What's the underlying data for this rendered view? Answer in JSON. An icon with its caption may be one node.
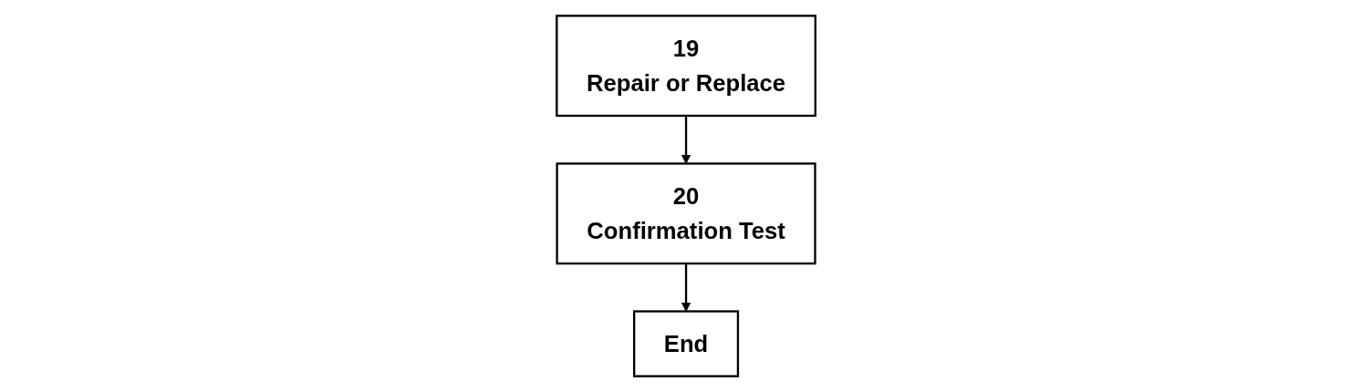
{
  "diagram": {
    "nodes": [
      {
        "text": [
          "19",
          "Repair or Replace"
        ]
      },
      {
        "text": [
          "20",
          "Confirmation Test"
        ]
      },
      {
        "text": [
          "End"
        ]
      }
    ],
    "edges": [
      {
        "from": 0,
        "to": 1,
        "arrow": "to"
      },
      {
        "from": 1,
        "to": 2,
        "arrow": "to"
      }
    ]
  }
}
